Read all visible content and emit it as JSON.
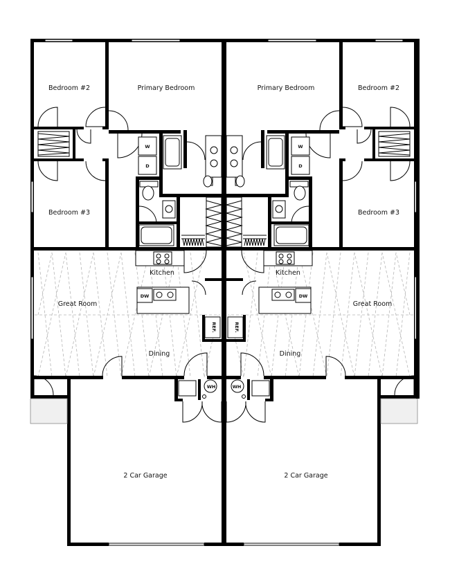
{
  "left_unit": {
    "bedroom_2": "Bedroom #2",
    "primary_bedroom": "Primary Bedroom",
    "bedroom_3": "Bedroom #3",
    "kitchen": "Kitchen",
    "great_room": "Great Room",
    "dining": "Dining",
    "garage": "2 Car Garage",
    "washer": "W",
    "dryer": "D",
    "dishwasher": "DW",
    "refrigerator": "REF.",
    "water_heater": "WH"
  },
  "right_unit": {
    "bedroom_2": "Bedroom #2",
    "primary_bedroom": "Primary Bedroom",
    "bedroom_3": "Bedroom #3",
    "kitchen": "Kitchen",
    "great_room": "Great Room",
    "dining": "Dining",
    "garage": "2 Car Garage",
    "washer": "W",
    "dryer": "D",
    "dishwasher": "DW",
    "refrigerator": "REF.",
    "water_heater": "WH"
  }
}
